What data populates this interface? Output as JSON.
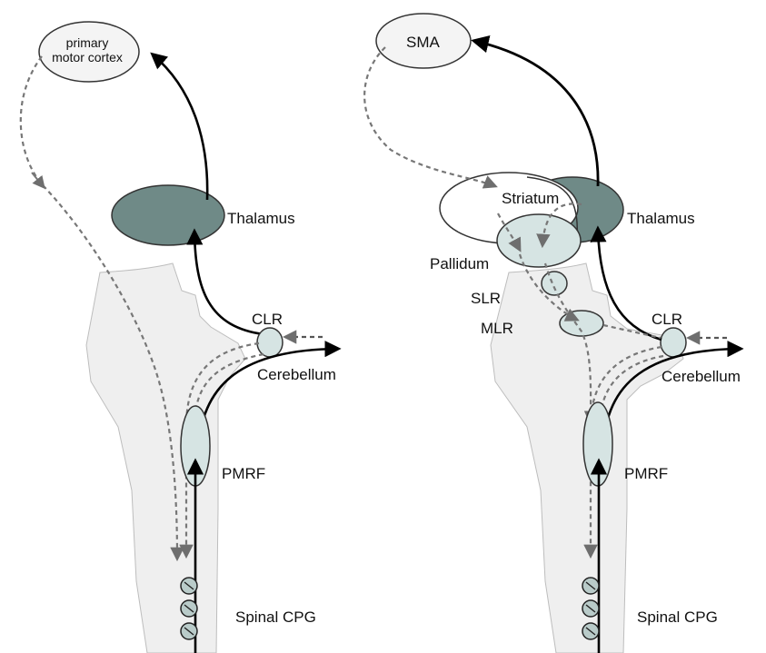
{
  "left_panel": {
    "cortex_line1": "primary",
    "cortex_line2": "motor cortex",
    "thalamus": "Thalamus",
    "clr": "CLR",
    "cerebellum": "Cerebellum",
    "pmrf": "PMRF",
    "spinal_cpg": "Spinal CPG"
  },
  "right_panel": {
    "cortex": "SMA",
    "striatum": "Striatum",
    "thalamus": "Thalamus",
    "pallidum": "Pallidum",
    "slr": "SLR",
    "mlr": "MLR",
    "clr": "CLR",
    "cerebellum": "Cerebellum",
    "pmrf": "PMRF",
    "spinal_cpg": "Spinal CPG"
  },
  "colors": {
    "brainstem_fill": "#efefef",
    "thalamus_fill": "#6f8a87",
    "nucleus_fill": "#d6e4e3",
    "solid_path": "#000000",
    "dashed_path": "#777777"
  }
}
